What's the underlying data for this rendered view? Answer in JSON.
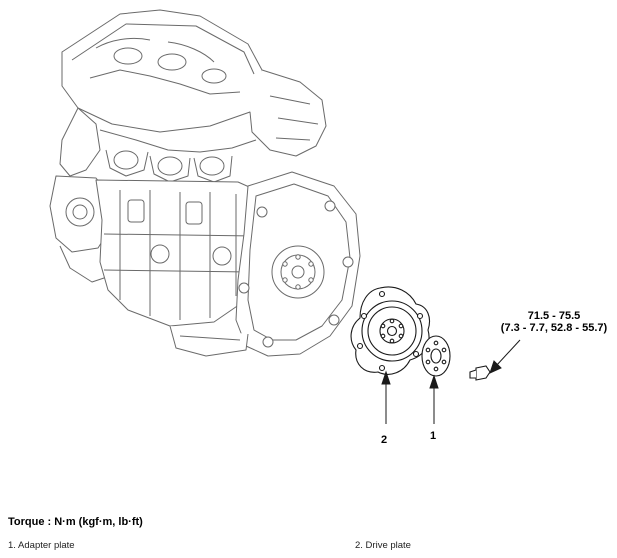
{
  "torque": {
    "value_line1": "71.5 - 75.5",
    "value_line2": "(7.3 - 7.7, 52.8 - 55.7)"
  },
  "callouts": {
    "label_2": "2",
    "label_1": "1"
  },
  "footer": {
    "torque_heading": "Torque : N·m (kgf·m, lb·ft)",
    "legend": [
      {
        "text": "1. Adapter plate"
      },
      {
        "text": "2. Drive plate"
      }
    ]
  },
  "colors": {
    "line": "#1a1a1a",
    "engine_line": "#6a6a6a",
    "background": "#ffffff"
  }
}
